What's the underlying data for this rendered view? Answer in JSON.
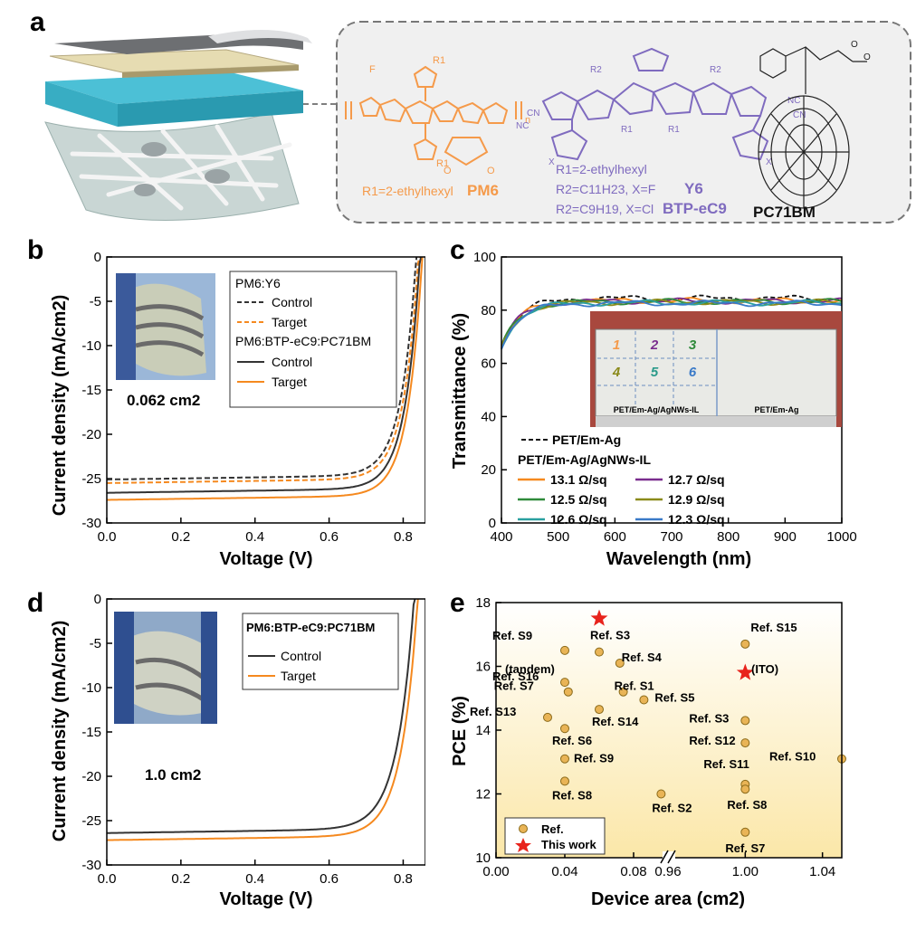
{
  "panel_labels": [
    "a",
    "b",
    "c",
    "d",
    "e"
  ],
  "panel_a": {
    "pm6_subst": "R1=2-ethylhexyl",
    "pm6_name": "PM6",
    "y6_subst_r1": "R1=2-ethylhexyl",
    "y6_subst_r2": "R2=C11H23, X=F",
    "y6_name": "Y6",
    "btp_subst_r2": "R2=C9H19, X=Cl",
    "btp_name": "BTP-eC9",
    "pcbm_name": "PC71BM",
    "colors": {
      "pm6": "#f59a4a",
      "y6": "#7f6bbf"
    }
  },
  "chart_data": [
    {
      "id": "b",
      "type": "line",
      "xlabel": "Voltage (V)",
      "ylabel": "Current density (mA/cm2)",
      "xlim": [
        0,
        0.86
      ],
      "ylim": [
        -30,
        0
      ],
      "xticks": [
        "0.0",
        "0.2",
        "0.4",
        "0.6",
        "0.8"
      ],
      "yticks": [
        "0",
        "-5",
        "-10",
        "-15",
        "-20",
        "-25",
        "-30"
      ],
      "inset_label": "0.062 cm2",
      "legend": {
        "group1": "PM6:Y6",
        "group2": "PM6:BTP-eC9:PC71BM",
        "entries": [
          "Control",
          "Target",
          "Control",
          "Target"
        ]
      },
      "series": [
        {
          "name": "Control",
          "group": "PM6:Y6",
          "style": "dashed",
          "color": "#333333",
          "jsc": -25.1,
          "voc": 0.836,
          "ff": 0.76
        },
        {
          "name": "Target",
          "group": "PM6:Y6",
          "style": "dashed",
          "color": "#f5891f",
          "jsc": -25.5,
          "voc": 0.842,
          "ff": 0.77
        },
        {
          "name": "Control",
          "group": "PM6:BTP-eC9:PC71BM",
          "style": "solid",
          "color": "#333333",
          "jsc": -26.6,
          "voc": 0.846,
          "ff": 0.77
        },
        {
          "name": "Target",
          "group": "PM6:BTP-eC9:PC71BM",
          "style": "solid",
          "color": "#f5891f",
          "jsc": -27.4,
          "voc": 0.852,
          "ff": 0.78
        }
      ]
    },
    {
      "id": "c",
      "type": "line",
      "xlabel": "Wavelength (nm)",
      "ylabel": "Transmittance (%)",
      "xlim": [
        400,
        1000
      ],
      "ylim": [
        0,
        100
      ],
      "xticks": [
        "400",
        "500",
        "600",
        "700",
        "800",
        "900",
        "1000"
      ],
      "yticks": [
        "0",
        "20",
        "40",
        "60",
        "80",
        "100"
      ],
      "legend_header": "PET/Em-Ag/AgNWs-IL",
      "inset": {
        "cells": [
          "1",
          "2",
          "3",
          "4",
          "5",
          "6"
        ],
        "cell_colors": [
          "#f59a4a",
          "#7a2d8e",
          "#2f8a3a",
          "#8a8a1a",
          "#2a9a8a",
          "#3a7ac8"
        ],
        "left_caption": "PET/Em-Ag/AgNWs-IL",
        "right_caption": "PET/Em-Ag"
      },
      "series": [
        {
          "name": "PET/Em-Ag",
          "style": "dashed",
          "color": "#111111",
          "plateau": 84.5
        },
        {
          "name": "13.1 Ω/sq",
          "color": "#f5891f",
          "plateau": 83.6
        },
        {
          "name": "12.7 Ω/sq",
          "color": "#7a2d8e",
          "plateau": 83.4
        },
        {
          "name": "12.5 Ω/sq",
          "color": "#2f8a3a",
          "plateau": 83.2
        },
        {
          "name": "12.9 Ω/sq",
          "color": "#8a8a1a",
          "plateau": 83.0
        },
        {
          "name": "12.6 Ω/sq",
          "color": "#2aa0a0",
          "plateau": 82.8
        },
        {
          "name": "12.3 Ω/sq",
          "color": "#3a7ac8",
          "plateau": 82.6
        }
      ]
    },
    {
      "id": "d",
      "type": "line",
      "xlabel": "Voltage (V)",
      "ylabel": "Current density (mA/cm2)",
      "xlim": [
        0,
        0.86
      ],
      "ylim": [
        -30,
        0
      ],
      "xticks": [
        "0.0",
        "0.2",
        "0.4",
        "0.6",
        "0.8"
      ],
      "yticks": [
        "0",
        "-5",
        "-10",
        "-15",
        "-20",
        "-25",
        "-30"
      ],
      "inset_label": "1.0 cm2",
      "legend": {
        "group": "PM6:BTP-eC9:PC71BM",
        "entries": [
          "Control",
          "Target"
        ]
      },
      "series": [
        {
          "name": "Control",
          "style": "solid",
          "color": "#333333",
          "jsc": -26.4,
          "voc": 0.83,
          "ff": 0.66
        },
        {
          "name": "Target",
          "style": "solid",
          "color": "#f5891f",
          "jsc": -27.2,
          "voc": 0.84,
          "ff": 0.68
        }
      ]
    },
    {
      "id": "e",
      "type": "scatter",
      "xlabel": "Device area (cm2)",
      "ylabel": "PCE (%)",
      "ylim": [
        10,
        18
      ],
      "broken_axis": {
        "left_range": [
          0.0,
          0.1
        ],
        "right_range": [
          0.96,
          1.05
        ]
      },
      "xticks": [
        "0.00",
        "0.04",
        "0.08",
        "0.96",
        "1.00",
        "1.04"
      ],
      "yticks": [
        "10",
        "12",
        "14",
        "16",
        "18"
      ],
      "legend": [
        "Ref.",
        "This work"
      ],
      "this_work": [
        {
          "x": 0.06,
          "y": 17.5
        },
        {
          "x": 1.0,
          "y": 15.8
        }
      ],
      "refs": [
        {
          "x": 0.04,
          "y": 16.5,
          "label": "Ref. S9"
        },
        {
          "x": 0.06,
          "y": 16.45,
          "label": "Ref. S3"
        },
        {
          "x": 0.072,
          "y": 16.1,
          "label": "Ref. S4"
        },
        {
          "x": 0.04,
          "y": 15.5,
          "label": "Ref. S16"
        },
        {
          "x": 0.074,
          "y": 15.2,
          "label": "Ref. S1"
        },
        {
          "x": 0.042,
          "y": 15.2,
          "label": "Ref. S7"
        },
        {
          "x": 0.086,
          "y": 14.95,
          "label": "Ref. S5"
        },
        {
          "x": 0.06,
          "y": 14.65,
          "label": "Ref. S14"
        },
        {
          "x": 0.03,
          "y": 14.4,
          "label": "Ref. S13"
        },
        {
          "x": 0.04,
          "y": 14.05,
          "label": "Ref. S6"
        },
        {
          "x": 0.04,
          "y": 13.1,
          "label": "Ref. S9"
        },
        {
          "x": 0.04,
          "y": 12.4,
          "label": "Ref. S8"
        },
        {
          "x": 0.096,
          "y": 12.0,
          "label": "Ref. S2"
        },
        {
          "x": 1.0,
          "y": 16.7,
          "label": "Ref. S15"
        },
        {
          "x": 1.0,
          "y": 14.3,
          "label": "Ref. S3"
        },
        {
          "x": 1.0,
          "y": 13.6,
          "label": "Ref. S12"
        },
        {
          "x": 1.05,
          "y": 13.1,
          "label": "Ref. S10"
        },
        {
          "x": 1.0,
          "y": 12.3,
          "label": "Ref. S11"
        },
        {
          "x": 1.0,
          "y": 12.15,
          "label": "Ref. S8"
        },
        {
          "x": 1.0,
          "y": 10.8,
          "label": "Ref. S7"
        }
      ],
      "annotations": [
        "(tandem)",
        "(ITO)"
      ]
    }
  ]
}
